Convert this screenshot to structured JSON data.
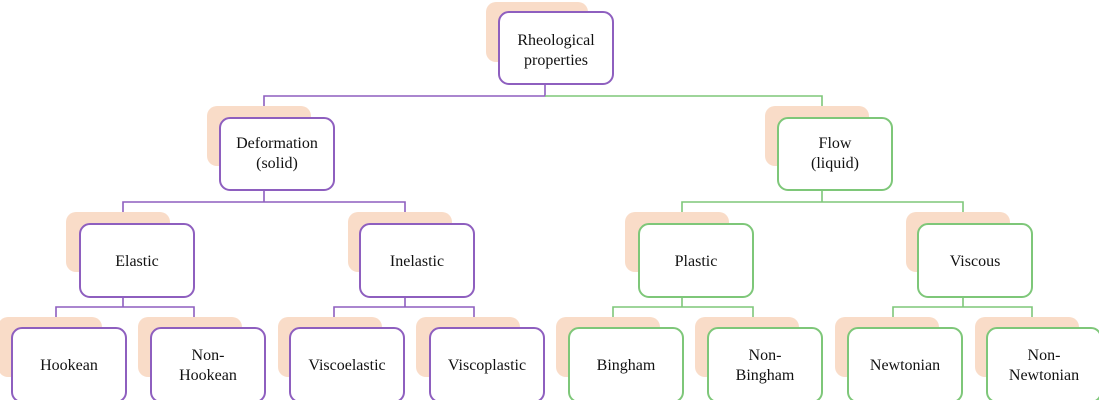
{
  "nodes": {
    "root": {
      "line1": "Rheological",
      "line2": "properties"
    },
    "deformation": {
      "line1": "Deformation",
      "line2": "(solid)"
    },
    "flow": {
      "line1": "Flow",
      "line2": "(liquid)"
    },
    "elastic": {
      "line1": "Elastic"
    },
    "inelastic": {
      "line1": "Inelastic"
    },
    "plastic": {
      "line1": "Plastic"
    },
    "viscous": {
      "line1": "Viscous"
    },
    "hookean": {
      "line1": "Hookean"
    },
    "non_hookean": {
      "line1": "Non-",
      "line2": "Hookean"
    },
    "viscoelastic": {
      "line1": "Viscoelastic"
    },
    "viscoplastic": {
      "line1": "Viscoplastic"
    },
    "bingham": {
      "line1": "Bingham"
    },
    "non_bingham": {
      "line1": "Non-",
      "line2": "Bingham"
    },
    "newtonian": {
      "line1": "Newtonian"
    },
    "non_newtonian": {
      "line1": "Non-",
      "line2": "Newtonian"
    }
  },
  "colors": {
    "solid_branch": "#8e5fbf",
    "liquid_branch": "#7ec779",
    "shadow": "#f9dcc8"
  }
}
